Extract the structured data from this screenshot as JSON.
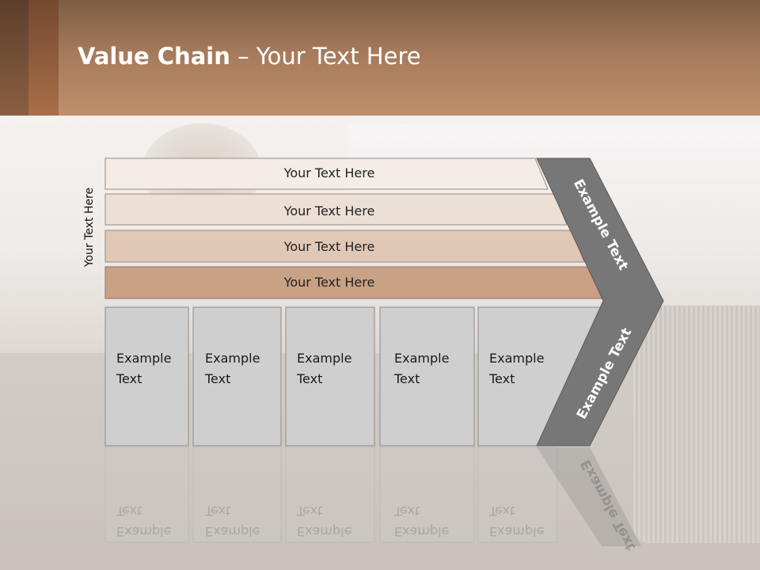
{
  "title": {
    "bold": "Value Chain",
    "rest": " – Your Text Here"
  },
  "side_label": "Your Text Here",
  "bars": [
    {
      "label": "Your Text Here"
    },
    {
      "label": "Your Text Here"
    },
    {
      "label": "Your Text Here"
    },
    {
      "label": "Your Text Here"
    }
  ],
  "boxes": [
    {
      "line1": "Example",
      "line2": "Text"
    },
    {
      "line1": "Example",
      "line2": "Text"
    },
    {
      "line1": "Example",
      "line2": "Text"
    },
    {
      "line1": "Example",
      "line2": "Text"
    },
    {
      "line1": "Example",
      "line2": "Text"
    }
  ],
  "chevron": {
    "upper": "Example Text",
    "lower": "Example Text"
  },
  "colors": {
    "bar1": "#f3ece7",
    "bar2": "#ecdfd5",
    "bar3": "#e1c7b5",
    "bar4": "#c9a185",
    "box": "#cfcfcf",
    "chevron": "#777777"
  }
}
